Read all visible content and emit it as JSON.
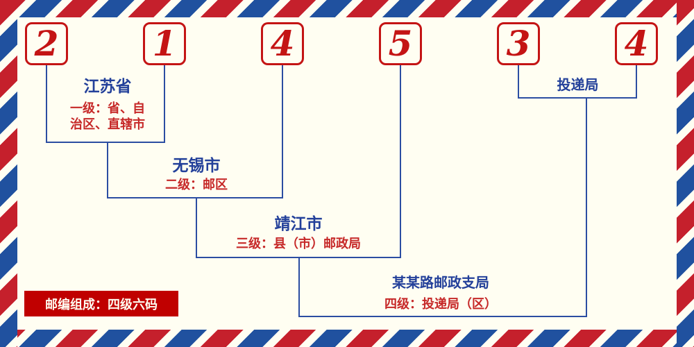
{
  "colors": {
    "background": "#FFFEF2",
    "stripe_red": "#C5202C",
    "stripe_blue": "#20519F",
    "digit_red": "#C41414",
    "label_blue": "#23409A",
    "desc_red": "#C62828",
    "connector_blue": "#2B4DA2",
    "badge_background": "#C00000",
    "badge_text": "#FFFEF2"
  },
  "postal_code": {
    "digits": [
      "2",
      "1",
      "4",
      "5",
      "3",
      "4"
    ]
  },
  "levels": {
    "province": {
      "name": "江苏省",
      "desc_line1": "一级：省、自",
      "desc_line2": "治区、直辖市"
    },
    "postal_zone": {
      "name": "无锡市",
      "desc": "二级：邮区"
    },
    "county": {
      "name": "靖江市",
      "desc": "三级：县（市）邮政局"
    },
    "delivery_branch": {
      "name": "某某路邮政支局",
      "desc": "四级：投递局（区）"
    },
    "delivery_office": {
      "name": "投递局"
    }
  },
  "badge": {
    "label": "邮编组成：四级六码"
  }
}
